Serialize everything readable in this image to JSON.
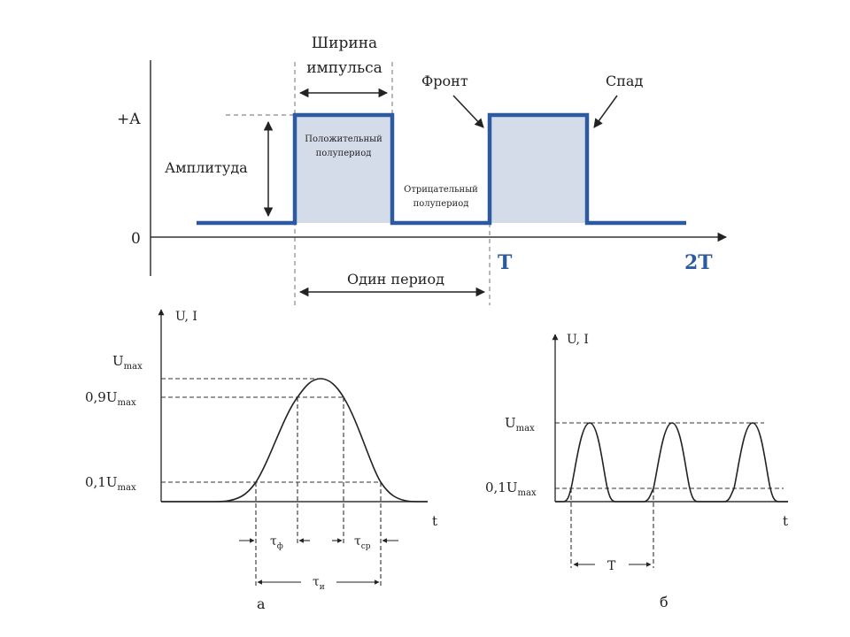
{
  "colors": {
    "signal": "#2c5aa0",
    "fill": "#d4dcea",
    "ink": "#222222",
    "axis": "#333333",
    "dash": "#777777",
    "blue_text": "#2c5aa0"
  },
  "top": {
    "level_high": "+A",
    "level_zero": "0",
    "amplitude": "Амплитуда",
    "width_line1": "Ширина",
    "width_line2": "импульса",
    "front": "Фронт",
    "decay": "Спад",
    "pos_half_1": "Положительный",
    "pos_half_2": "полупериод",
    "neg_half_1": "Отрицательный",
    "neg_half_2": "полупериод",
    "period": "Один период",
    "t1": "T",
    "t2": "2T"
  },
  "bottom_a": {
    "y_axis": "U, I",
    "u_max": "U",
    "u_max_sub": "max",
    "u09": "0,9U",
    "u09_sub": "max",
    "u01": "0,1U",
    "u01_sub": "max",
    "x_axis": "t",
    "tau_f": "τ",
    "tau_f_sub": "ф",
    "tau_sp": "τ",
    "tau_sp_sub": "ср",
    "tau_i": "τ",
    "tau_i_sub": "и",
    "caption": "а"
  },
  "bottom_b": {
    "y_axis": "U, I",
    "u_max": "U",
    "u_max_sub": "max",
    "u01": "0,1U",
    "u01_sub": "max",
    "x_axis": "t",
    "period": "T",
    "caption": "б"
  }
}
